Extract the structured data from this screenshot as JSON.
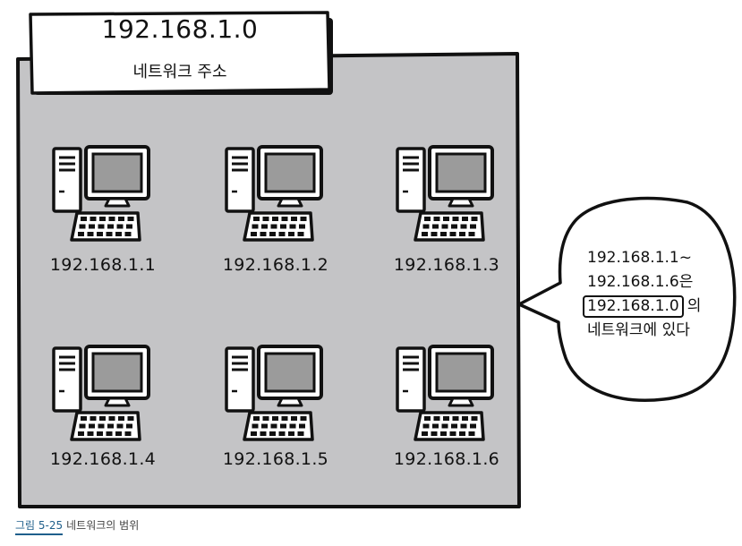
{
  "network": {
    "address": "192.168.1.0",
    "subtitle": "네트워크 주소"
  },
  "computers": [
    {
      "ip": "192.168.1.1"
    },
    {
      "ip": "192.168.1.2"
    },
    {
      "ip": "192.168.1.3"
    },
    {
      "ip": "192.168.1.4"
    },
    {
      "ip": "192.168.1.5"
    },
    {
      "ip": "192.168.1.6"
    }
  ],
  "speech_bubble": {
    "line1": "192.168.1.1~",
    "line2": "192.168.1.6은",
    "boxed": "192.168.1.0",
    "line3_suffix": "의",
    "line4": "네트워크에 있다"
  },
  "caption": {
    "figure": "그림 5-25",
    "text": "네트워크의 범위"
  },
  "colors": {
    "network_fill": "#c4c4c6",
    "screen_fill": "#9b9b9b",
    "outline": "#111111",
    "caption_accent": "#1f5f8b"
  },
  "icons": [
    "computer-icon"
  ]
}
